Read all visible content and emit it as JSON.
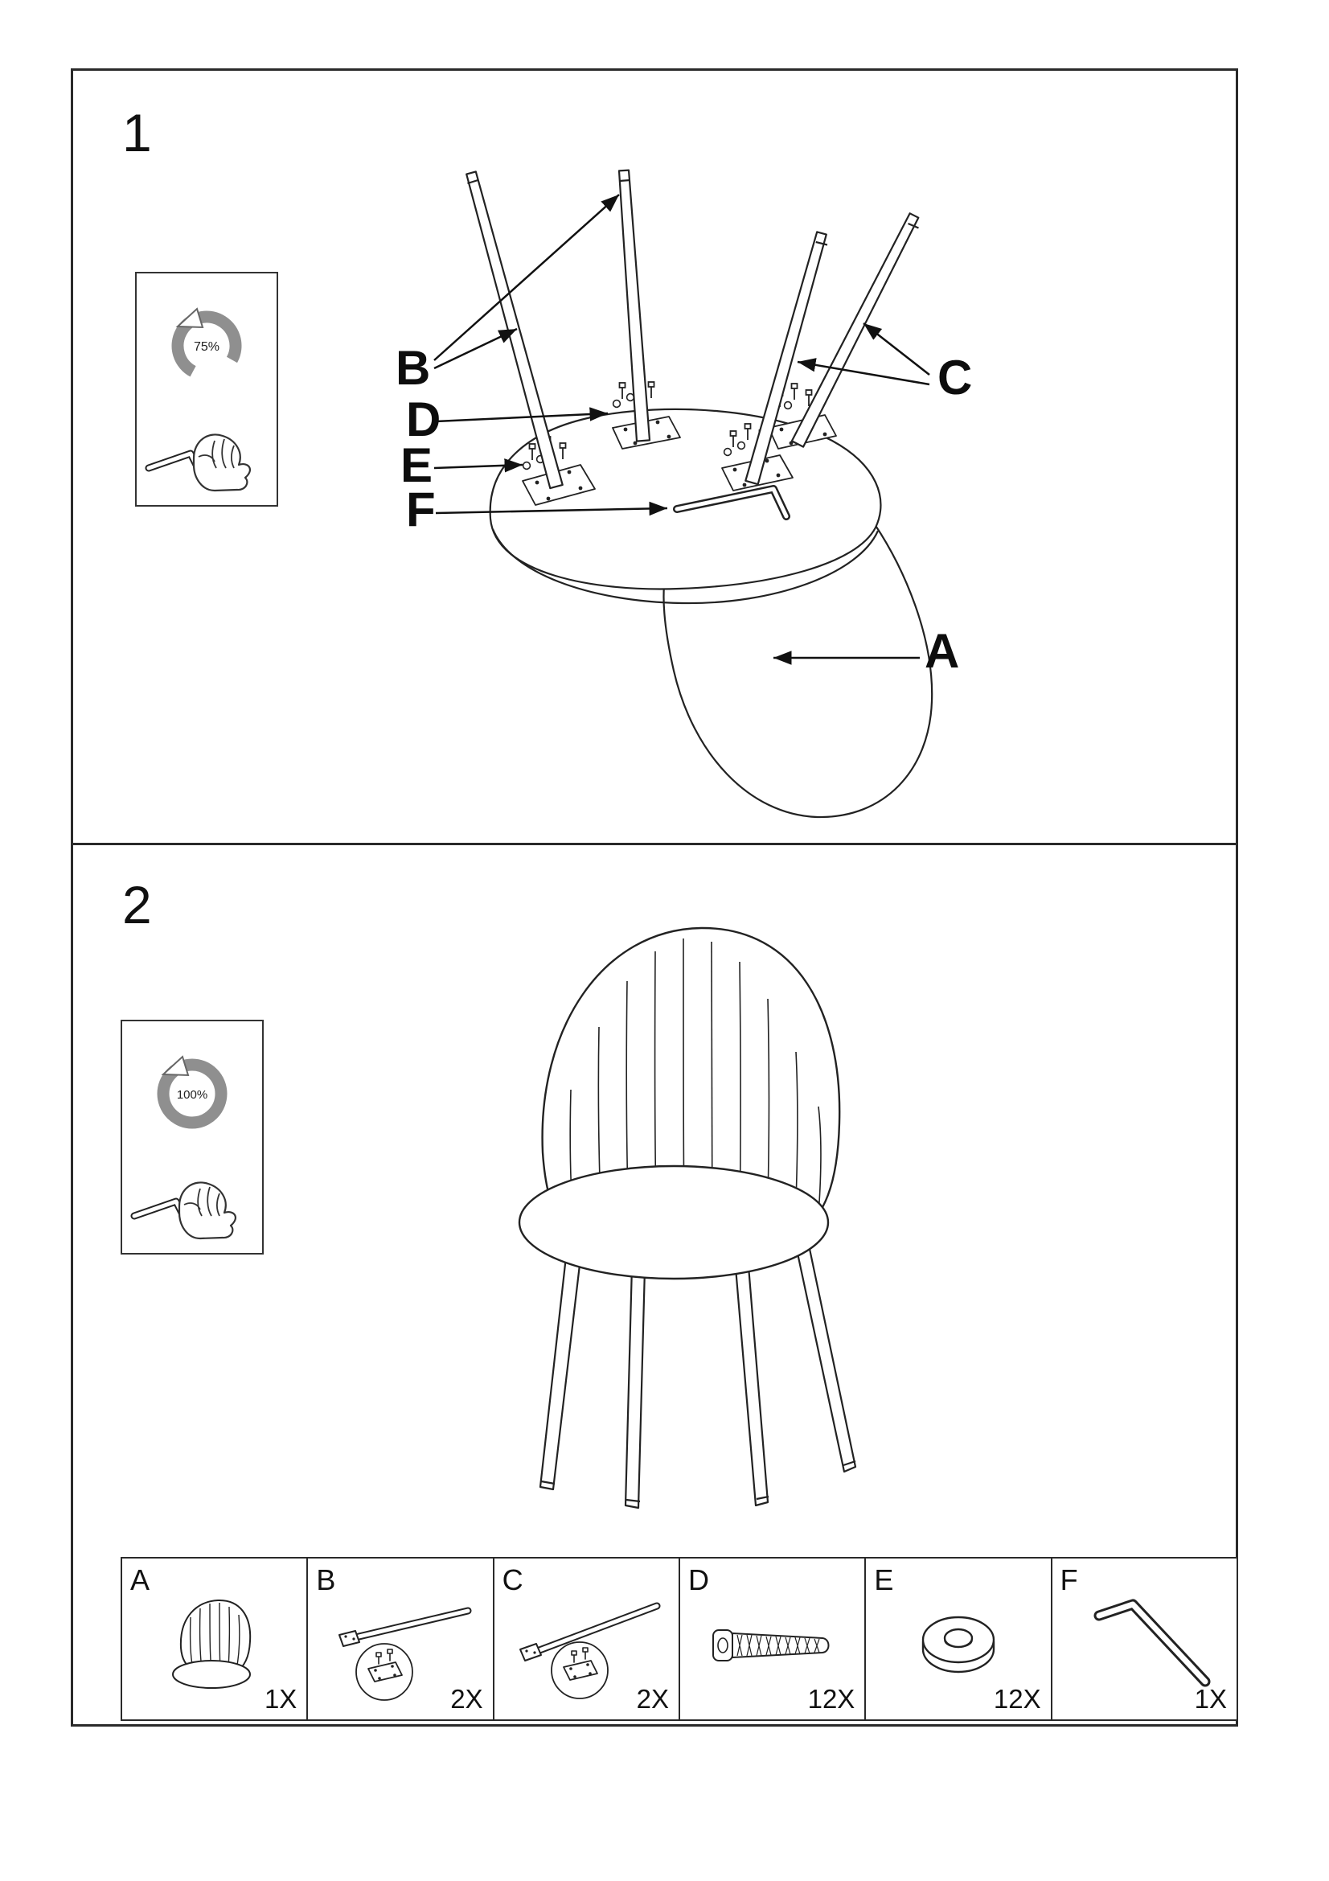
{
  "doc": {
    "colors": {
      "line": "#222222",
      "progress_ring": "#8f8f8f"
    },
    "steps": [
      {
        "number": "1",
        "progress": "75%"
      },
      {
        "number": "2",
        "progress": "100%"
      }
    ],
    "callouts": {
      "A": "A",
      "B": "B",
      "C": "C",
      "D": "D",
      "E": "E",
      "F": "F"
    },
    "parts": [
      {
        "letter": "A",
        "qty": "1X",
        "icon": "seat-shell-icon"
      },
      {
        "letter": "B",
        "qty": "2X",
        "icon": "leg-with-plate-icon"
      },
      {
        "letter": "C",
        "qty": "2X",
        "icon": "leg-with-plate-icon"
      },
      {
        "letter": "D",
        "qty": "12X",
        "icon": "bolt-icon"
      },
      {
        "letter": "E",
        "qty": "12X",
        "icon": "washer-icon"
      },
      {
        "letter": "F",
        "qty": "1X",
        "icon": "allen-key-icon"
      }
    ]
  }
}
